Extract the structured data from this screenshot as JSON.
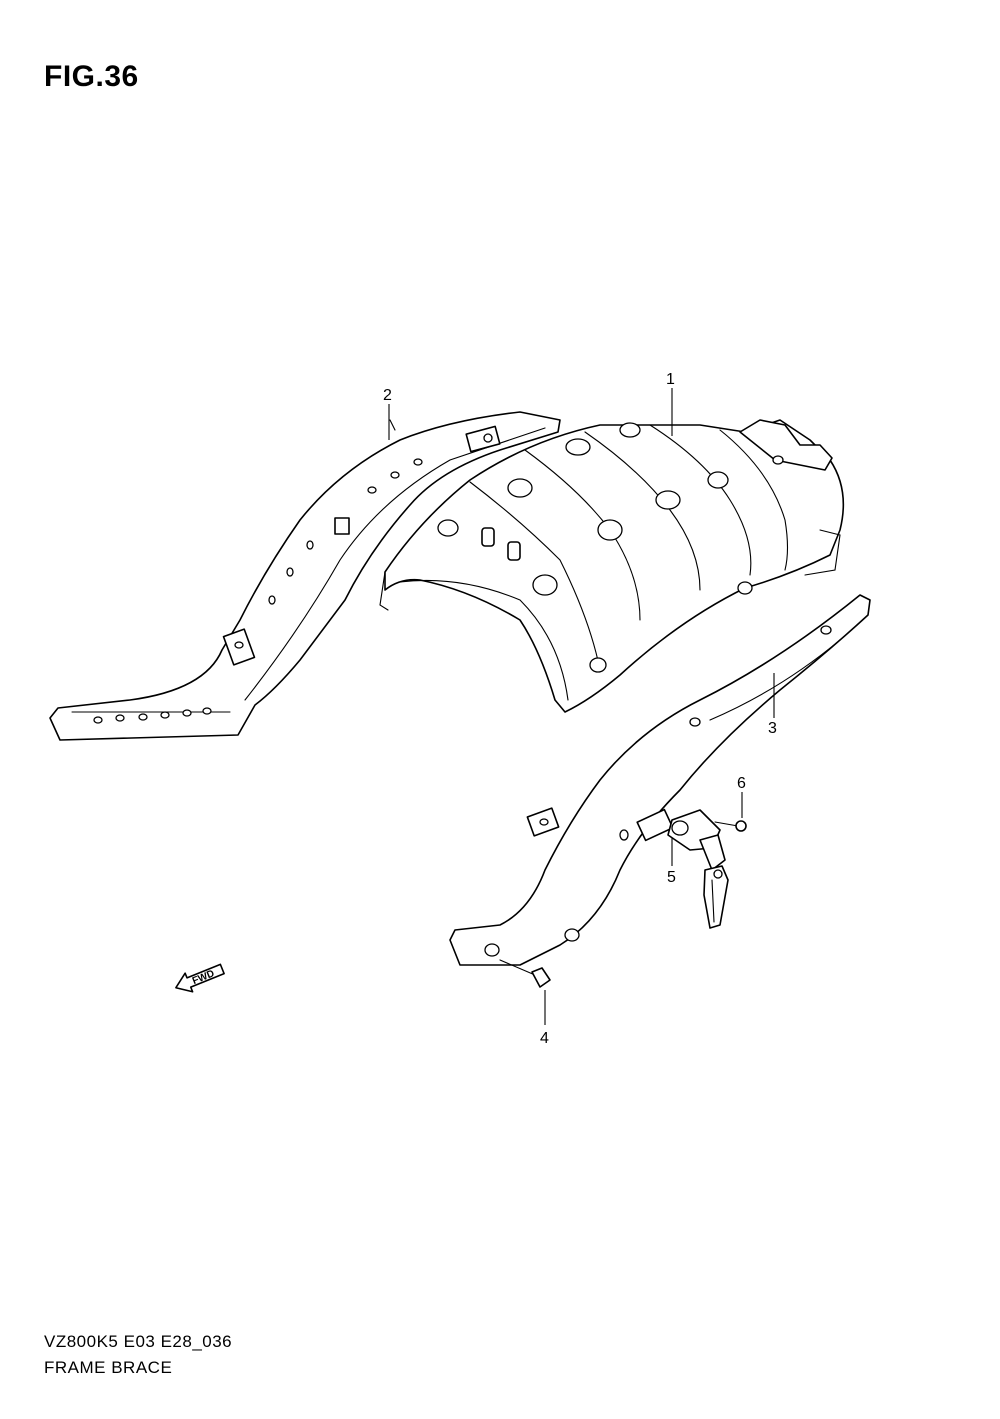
{
  "figure": {
    "title": "FIG.36"
  },
  "callouts": [
    {
      "id": "1",
      "label": "1"
    },
    {
      "id": "2",
      "label": "2"
    },
    {
      "id": "3",
      "label": "3"
    },
    {
      "id": "4",
      "label": "4"
    },
    {
      "id": "5",
      "label": "5"
    },
    {
      "id": "6",
      "label": "6"
    }
  ],
  "direction_marker": {
    "label": "FWD",
    "icon": "forward-arrow-icon"
  },
  "footer": {
    "model_code": "VZ800K5 E03 E28_036",
    "section_name": "FRAME BRACE"
  }
}
